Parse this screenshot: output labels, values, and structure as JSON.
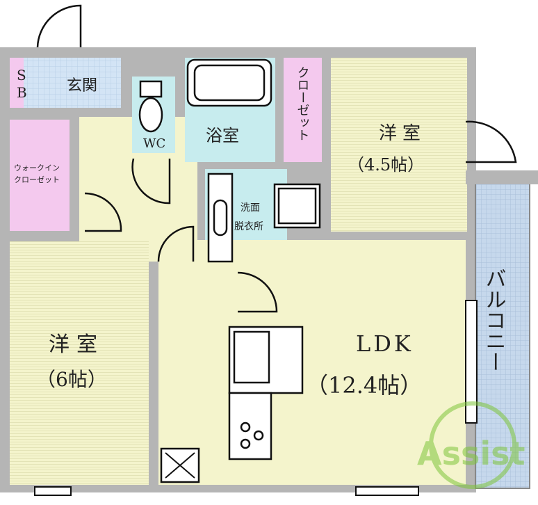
{
  "rooms": {
    "sb": "SB",
    "genkan": "玄関",
    "wc": "WC",
    "bath": "浴室",
    "closet_small": "クローゼット",
    "western_45": {
      "name": "洋室",
      "size": "（4.5帖）"
    },
    "walkin_line1": "ウォークイン",
    "walkin_line2": "クローゼット",
    "washroom_line1": "洗面",
    "washroom_line2": "脱衣所",
    "western_6": {
      "name": "洋室",
      "size": "（6帖）"
    },
    "ldk": {
      "name": "LDK",
      "size": "（12.4帖）"
    },
    "balcony": "バルコニー"
  },
  "logo": "Assist",
  "colors": {
    "floor_wood": "#f4f4cc",
    "tile_blue": "#d3e4f5",
    "wet_cyan": "#c7ecee",
    "closet_pink": "#f4c9ee",
    "balcony_blue": "#c6d8ec",
    "wall_gray": "#b5b5b5",
    "logo_green": "#7ec53b",
    "logo_red": "#e5474a"
  }
}
